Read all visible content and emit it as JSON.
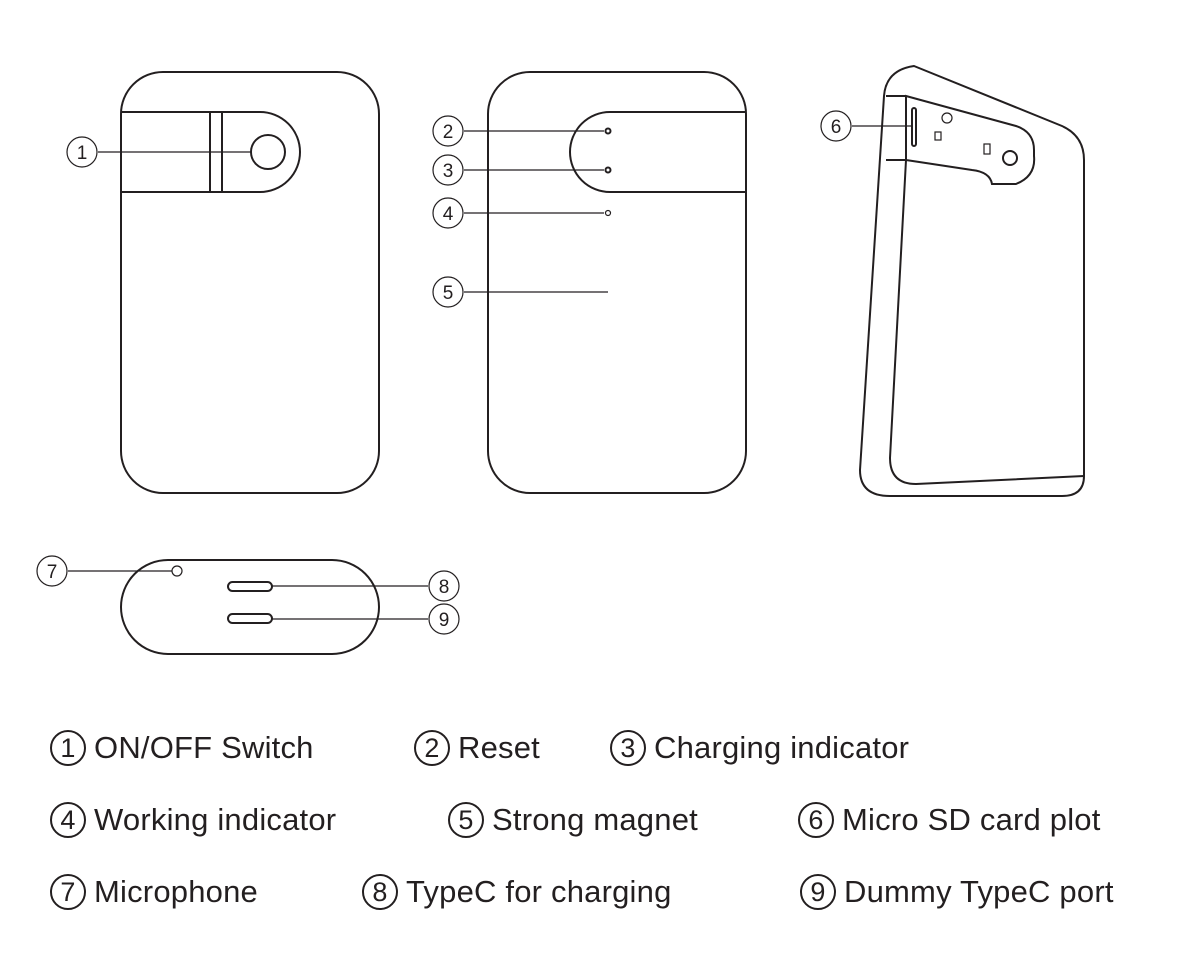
{
  "callouts": [
    "1",
    "2",
    "3",
    "4",
    "5",
    "6",
    "7",
    "8",
    "9"
  ],
  "legend": [
    {
      "num": "1",
      "label": "ON/OFF Switch"
    },
    {
      "num": "2",
      "label": "Reset"
    },
    {
      "num": "3",
      "label": "Charging indicator"
    },
    {
      "num": "4",
      "label": "Working indicator"
    },
    {
      "num": "5",
      "label": "Strong magnet"
    },
    {
      "num": "6",
      "label": "Micro SD card plot"
    },
    {
      "num": "7",
      "label": "Microphone"
    },
    {
      "num": "8",
      "label": "TypeC for charging"
    },
    {
      "num": "9",
      "label": "Dummy TypeC port"
    }
  ]
}
